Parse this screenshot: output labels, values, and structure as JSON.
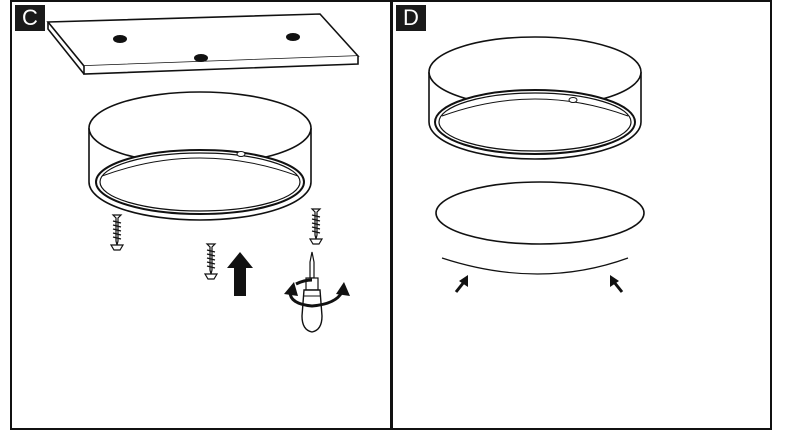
{
  "panels": [
    {
      "label": "C"
    },
    {
      "label": "D"
    }
  ],
  "icons": {
    "mounting_plate": "mounting-plate",
    "fixture": "ceiling-light-fixture",
    "screw": "screw",
    "arrow": "arrow-up",
    "screwdriver": "screwdriver-rotate",
    "diffuser": "diffuser-cover"
  }
}
